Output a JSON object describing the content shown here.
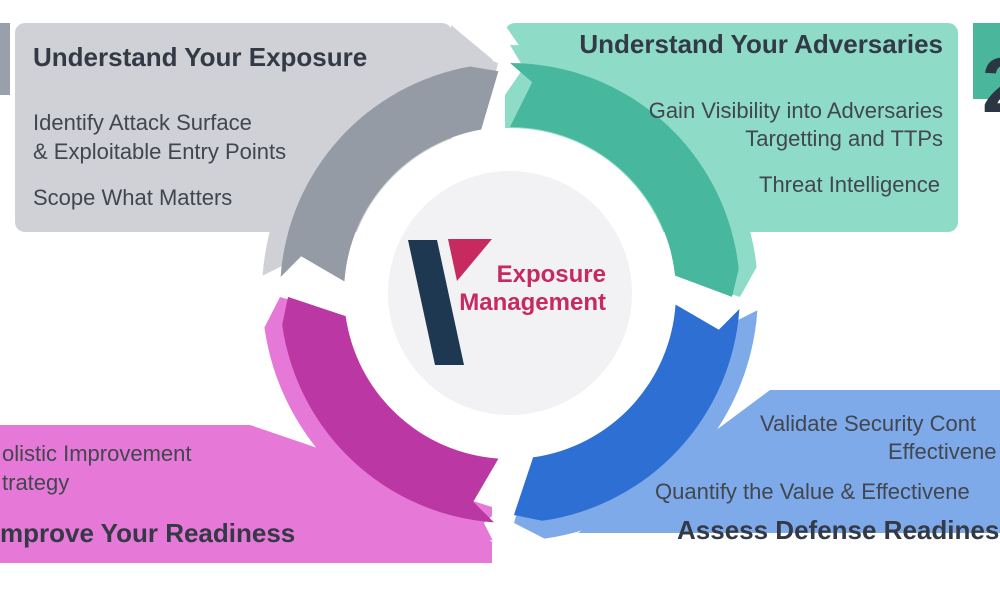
{
  "diagram_title": "Exposure Management",
  "center": {
    "logo_line1": "Exposure",
    "logo_line2": "Management"
  },
  "quadrants": {
    "exposure": {
      "title": "Understand Your Exposure",
      "lines": [
        "Identify Attack Surface",
        "& Exploitable Entry Points",
        "Scope What Matters"
      ]
    },
    "adversaries": {
      "title": "Understand Your Adversaries",
      "lines": [
        "Gain Visibility into Adversaries",
        "Targetting and TTPs",
        "Threat Intelligence"
      ]
    },
    "assess": {
      "title": "Assess Defense Readines",
      "lines": [
        "Validate Security Cont",
        "Effectivene",
        "Quantify the Value & Effectivene"
      ]
    },
    "improve": {
      "title": "mprove Your Readiness",
      "lines": [
        "olistic Improvement",
        "trategy"
      ]
    }
  },
  "badges": {
    "right_number": "2"
  },
  "colors": {
    "gray_panel": "#cfd1d6",
    "gray_arc": "#949ba5",
    "teal_panel": "#8edcc7",
    "teal_arc": "#47b79e",
    "blue_panel": "#7faae9",
    "blue_arc": "#2e6fd4",
    "pink_panel": "#e678d7",
    "pink_arc": "#bb37a3",
    "center_circle": "#f2f2f4",
    "logo_navy": "#1d3850",
    "logo_crimson": "#c62a5e",
    "heading_text": "#333945",
    "body_text": "#41464f",
    "number_text": "#2b3642",
    "badge_teal": "#4ab69c",
    "badge_gray": "#9aa0ab"
  }
}
